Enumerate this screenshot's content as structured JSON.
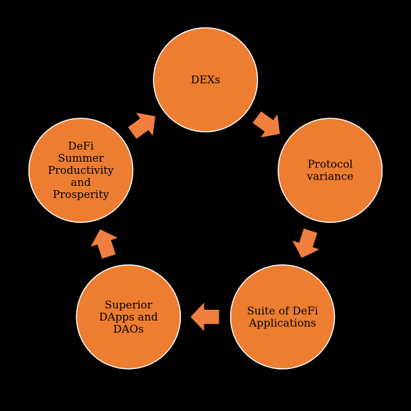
{
  "colors": {
    "background": "#000000",
    "node_fill": "#ED7D31",
    "arrow_fill": "#F07F3F",
    "node_stroke": "#ffffff",
    "text": "#000000"
  },
  "nodes": [
    {
      "id": "dexs",
      "lines": [
        "DEXs"
      ]
    },
    {
      "id": "protocol-variance",
      "lines": [
        "Protocol",
        "variance"
      ]
    },
    {
      "id": "suite-of-defi-applications",
      "lines": [
        "Suite of DeFi",
        "Applications"
      ]
    },
    {
      "id": "superior-dapps-and-daos",
      "lines": [
        "Superior",
        "DApps and",
        "DAOs"
      ]
    },
    {
      "id": "defi-summer-productivity-and-prosperity",
      "lines": [
        "DeFi",
        "Summer",
        "Productivity",
        "and",
        "Prosperity"
      ]
    }
  ],
  "cycle_direction": "clockwise"
}
